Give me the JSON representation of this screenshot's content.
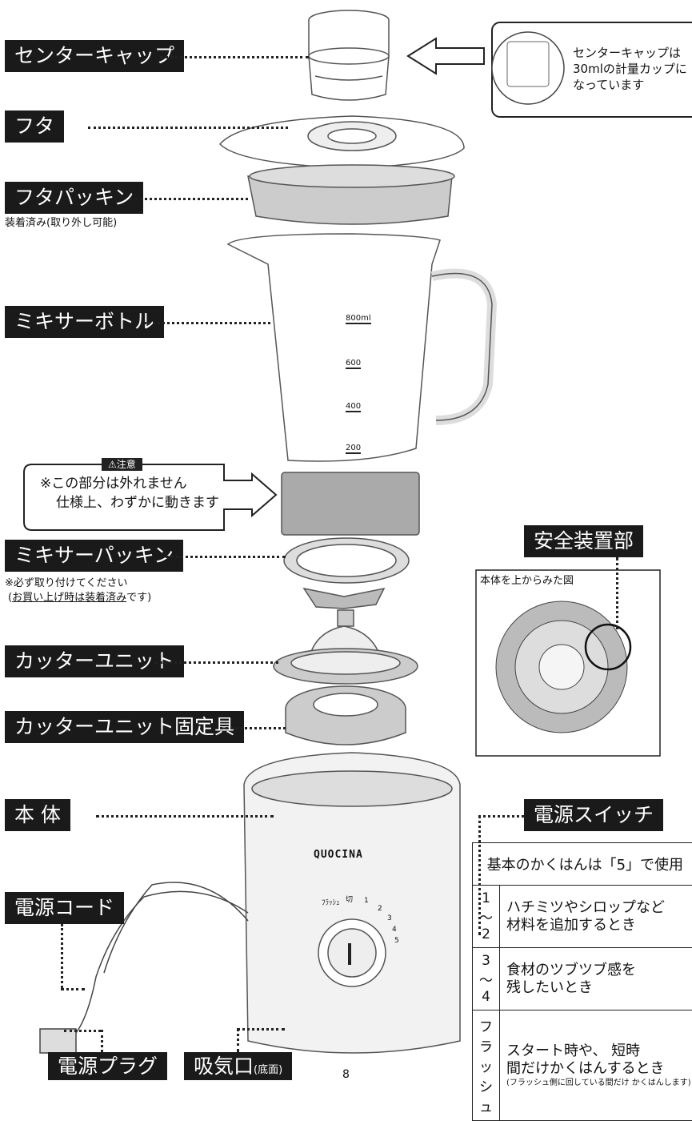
{
  "labels": {
    "center_cap": "センターキャップ",
    "lid": "フタ",
    "lid_packing": "フタパッキン",
    "lid_packing_note": "装着済み(取り外し可能)",
    "bottle": "ミキサーボトル",
    "mixer_packing": "ミキサーパッキン",
    "mixer_packing_note_1": "※必ず取り付けてください",
    "mixer_packing_note_2a": "(",
    "mixer_packing_note_2b": "お買い上げ時は装着済み",
    "mixer_packing_note_2c": "です)",
    "cutter_unit": "カッターユニット",
    "cutter_fixture": "カッターユニット固定具",
    "body": "本 体",
    "power_cord": "電源コード",
    "power_plug": "電源プラグ",
    "air_intake": "吸気口",
    "air_intake_sub": "(底面)",
    "safety_device": "安全装置部",
    "power_switch": "電源スイッチ"
  },
  "callout": {
    "line1": "センターキャップは",
    "line2": "30mlの計量カップに",
    "line3": "なっています"
  },
  "caution": {
    "badge": "⚠注意",
    "line1": "※この部分は外れません",
    "line2": "仕様上、わずかに動きます"
  },
  "top_view": {
    "title": "本体を上からみた図"
  },
  "bottle_scale": [
    "800ml",
    "600",
    "400",
    "200"
  ],
  "brand": "QUOCINA",
  "dial": {
    "flash": "ﾌﾗｯｼｭ",
    "off": "切",
    "n1": "1",
    "n2": "2",
    "n3": "3",
    "n4": "4",
    "n5": "5"
  },
  "speed_table": {
    "header": "基本のかくはんは「5」で使用",
    "rows": [
      {
        "key": "1 〜 2",
        "line1": "ハチミツやシロップなど",
        "line2": "材料を追加するとき",
        "small": ""
      },
      {
        "key": "3 〜 4",
        "line1": "食材のツブツブ感を",
        "line2": "残したいとき",
        "small": ""
      },
      {
        "key": "フラッシュ",
        "line1": "スタート時や、 短時",
        "line2": "間だけかくはんするとき",
        "small": "(フラッシュ側に回している間だけ かくはんします)"
      }
    ]
  },
  "page_number": "8"
}
